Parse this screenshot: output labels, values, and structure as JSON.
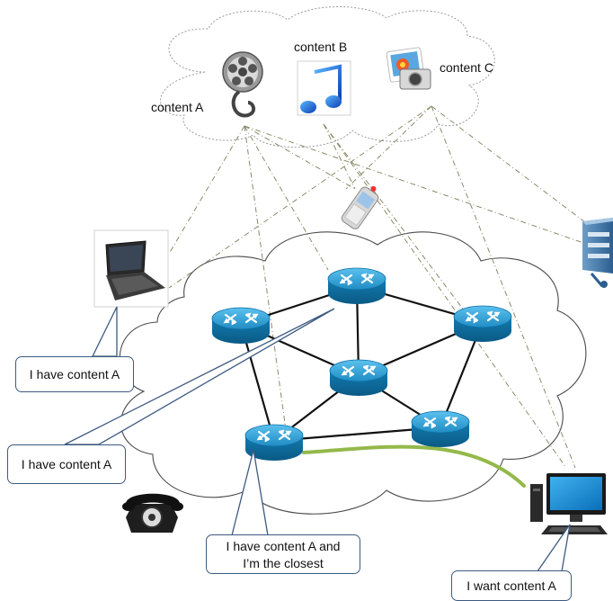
{
  "contents": {
    "a": "content A",
    "b": "content B",
    "c": "content C"
  },
  "callouts": {
    "laptop": "I have content A",
    "router_top": "I have content A",
    "router_closest_line1": "I have content A and",
    "router_closest_line2": "I’m the closest",
    "desktop": "I want content A"
  },
  "icons": {
    "film_reel": "film-reel-icon",
    "music_note": "music-note-icon",
    "photo": "photo-camera-icon",
    "mobile": "mobile-phone-icon",
    "server": "server-icon",
    "laptop": "laptop-icon",
    "telephone": "telephone-icon",
    "desktop": "desktop-computer-icon",
    "router": "router-icon"
  },
  "colors": {
    "router_top": "#2d9bd2",
    "router_side": "#0f6d9e",
    "callout_border": "#3d5a80",
    "path_highlight": "#93b94a",
    "link": "#111111",
    "cloud_border": "#9a9a9a"
  }
}
